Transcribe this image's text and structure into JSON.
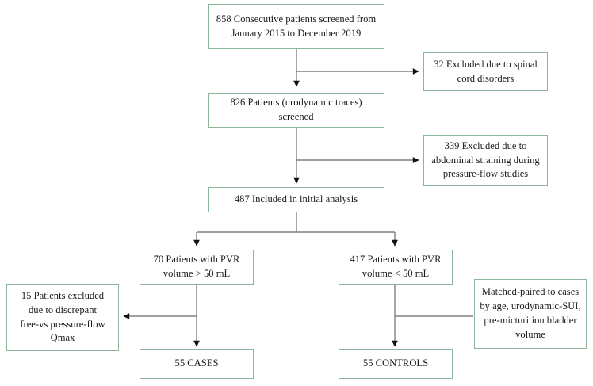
{
  "diagram": {
    "type": "flowchart",
    "title": "Study participant selection flow diagram",
    "border_color": "#8cb79a",
    "connector_color": "#808080",
    "arrowhead_color": "#000000",
    "background_color": "#ffffff",
    "nodes": [
      {
        "id": "screened",
        "label": "858 Consecutive patients screened from\nJanuary 2015 to December 2019",
        "count": 858
      },
      {
        "id": "excluded-spinal",
        "label": "32 Excluded due to spinal\ncord disorders",
        "count": 32
      },
      {
        "id": "urodynamic-traces",
        "label": "826 Patients (urodynamic traces)\nscreened",
        "count": 826
      },
      {
        "id": "excluded-straining",
        "label": "339 Excluded due to\nabdominal straining during\npressure-flow studies",
        "count": 339
      },
      {
        "id": "included-initial",
        "label": "487 Included in initial analysis",
        "count": 487
      },
      {
        "id": "pvr-high",
        "label": "70 Patients with PVR\nvolume > 50 mL",
        "count": 70
      },
      {
        "id": "pvr-low",
        "label": "417 Patients with PVR\nvolume < 50 mL",
        "count": 417
      },
      {
        "id": "excluded-discrepant",
        "label": "15 Patients excluded\ndue to discrepant\nfree-vs pressure-flow\nQmax",
        "count": 15
      },
      {
        "id": "matched-paired",
        "label": "Matched-paired to cases\nby age, urodynamic-SUI,\npre-micturition bladder\nvolume",
        "count": null
      },
      {
        "id": "cases",
        "label": "55 CASES",
        "count": 55
      },
      {
        "id": "controls",
        "label": "55 CONTROLS",
        "count": 55
      }
    ]
  }
}
